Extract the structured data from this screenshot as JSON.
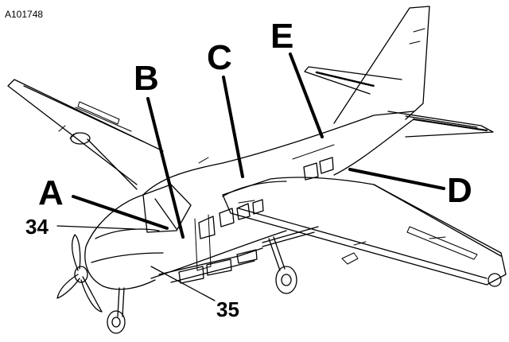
{
  "figure_id": "A101748",
  "labels": {
    "a": "A",
    "b": "B",
    "c": "C",
    "d": "D",
    "e": "E",
    "n34": "34",
    "n35": "35"
  }
}
